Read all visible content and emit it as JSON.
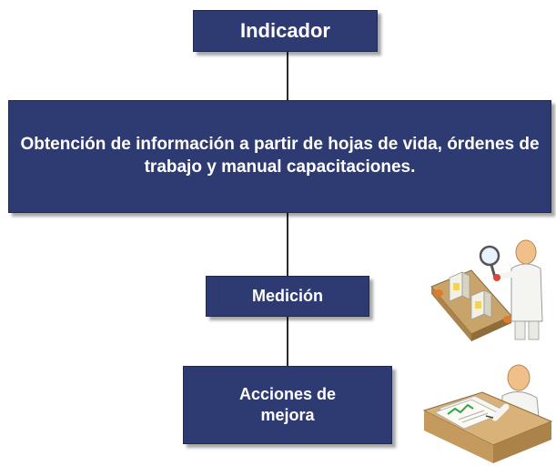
{
  "diagram": {
    "nodes": {
      "indicador": "Indicador",
      "obtencion": "Obtención de información a partir de hojas de vida, órdenes de trabajo y manual capacitaciones.",
      "medicion": "Medición",
      "acciones": "Acciones de mejora"
    },
    "edges": [
      [
        "indicador",
        "obtencion"
      ],
      [
        "obtencion",
        "medicion"
      ],
      [
        "medicion",
        "acciones"
      ]
    ],
    "colors": {
      "box_fill": "#2e3b73",
      "box_text": "#ffffff",
      "connector": "#2b2b2b"
    },
    "clipart": [
      "inspector-conveyor-clipart",
      "person-at-desk-clipart"
    ]
  }
}
